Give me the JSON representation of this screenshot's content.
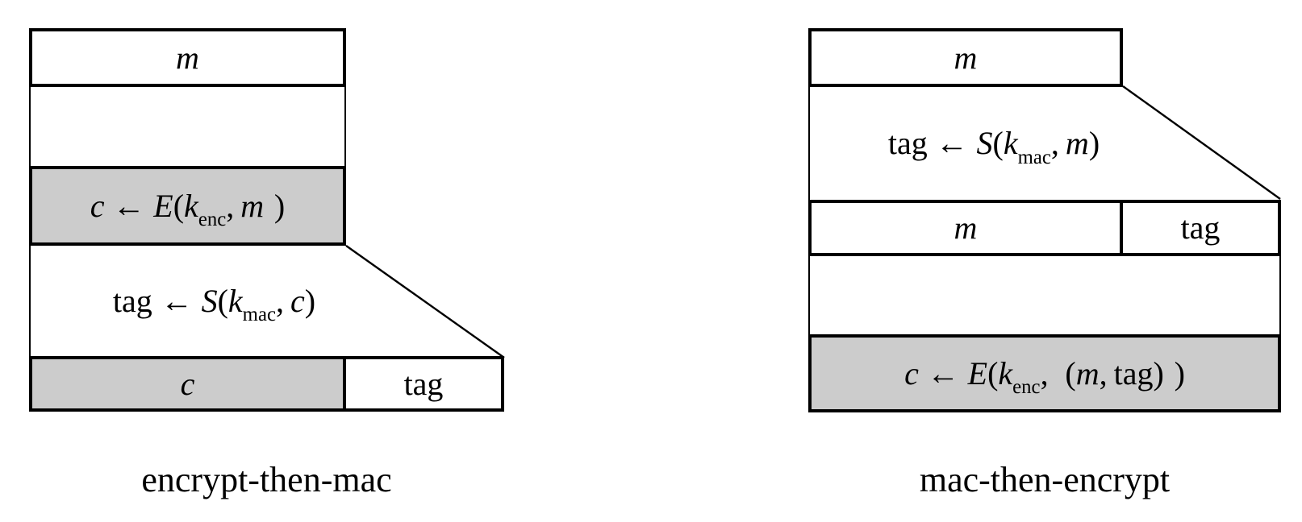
{
  "colors": {
    "shaded_fill": "#cccccc",
    "box_fill": "#ffffff",
    "line": "#000000",
    "ink": "#000000",
    "background": "#ffffff"
  },
  "left_diagram": {
    "caption": "encrypt-then-mac",
    "message_label": "m",
    "encrypt_formula": {
      "result": "c",
      "arrow": "←",
      "function": "E",
      "open_paren": "(",
      "key": "k",
      "key_subscript": "enc",
      "comma": ",",
      "argument": "m",
      "close_paren": ")"
    },
    "mac_formula": {
      "result": "tag",
      "arrow": "←",
      "function": "S",
      "open_paren": "(",
      "key": "k",
      "key_subscript": "mac",
      "comma": ",",
      "argument": "c",
      "close_paren": ")"
    },
    "output_row": {
      "ciphertext_label": "c",
      "tag_label": "tag"
    }
  },
  "right_diagram": {
    "caption": "mac-then-encrypt",
    "message_label": "m",
    "mac_formula": {
      "result": "tag",
      "arrow": "←",
      "function": "S",
      "open_paren": "(",
      "key": "k",
      "key_subscript": "mac",
      "comma": ",",
      "argument": "m",
      "close_paren": ")"
    },
    "intermediate_row": {
      "message_label": "m",
      "tag_label": "tag"
    },
    "encrypt_formula": {
      "result": "c",
      "arrow": "←",
      "function": "E",
      "open_paren": "(",
      "key": "k",
      "key_subscript": "enc",
      "comma": ",",
      "tuple_open": "(",
      "tuple_first": "m",
      "tuple_comma": ",",
      "tuple_second": "tag",
      "tuple_close": ")",
      "close_paren": ")"
    }
  }
}
